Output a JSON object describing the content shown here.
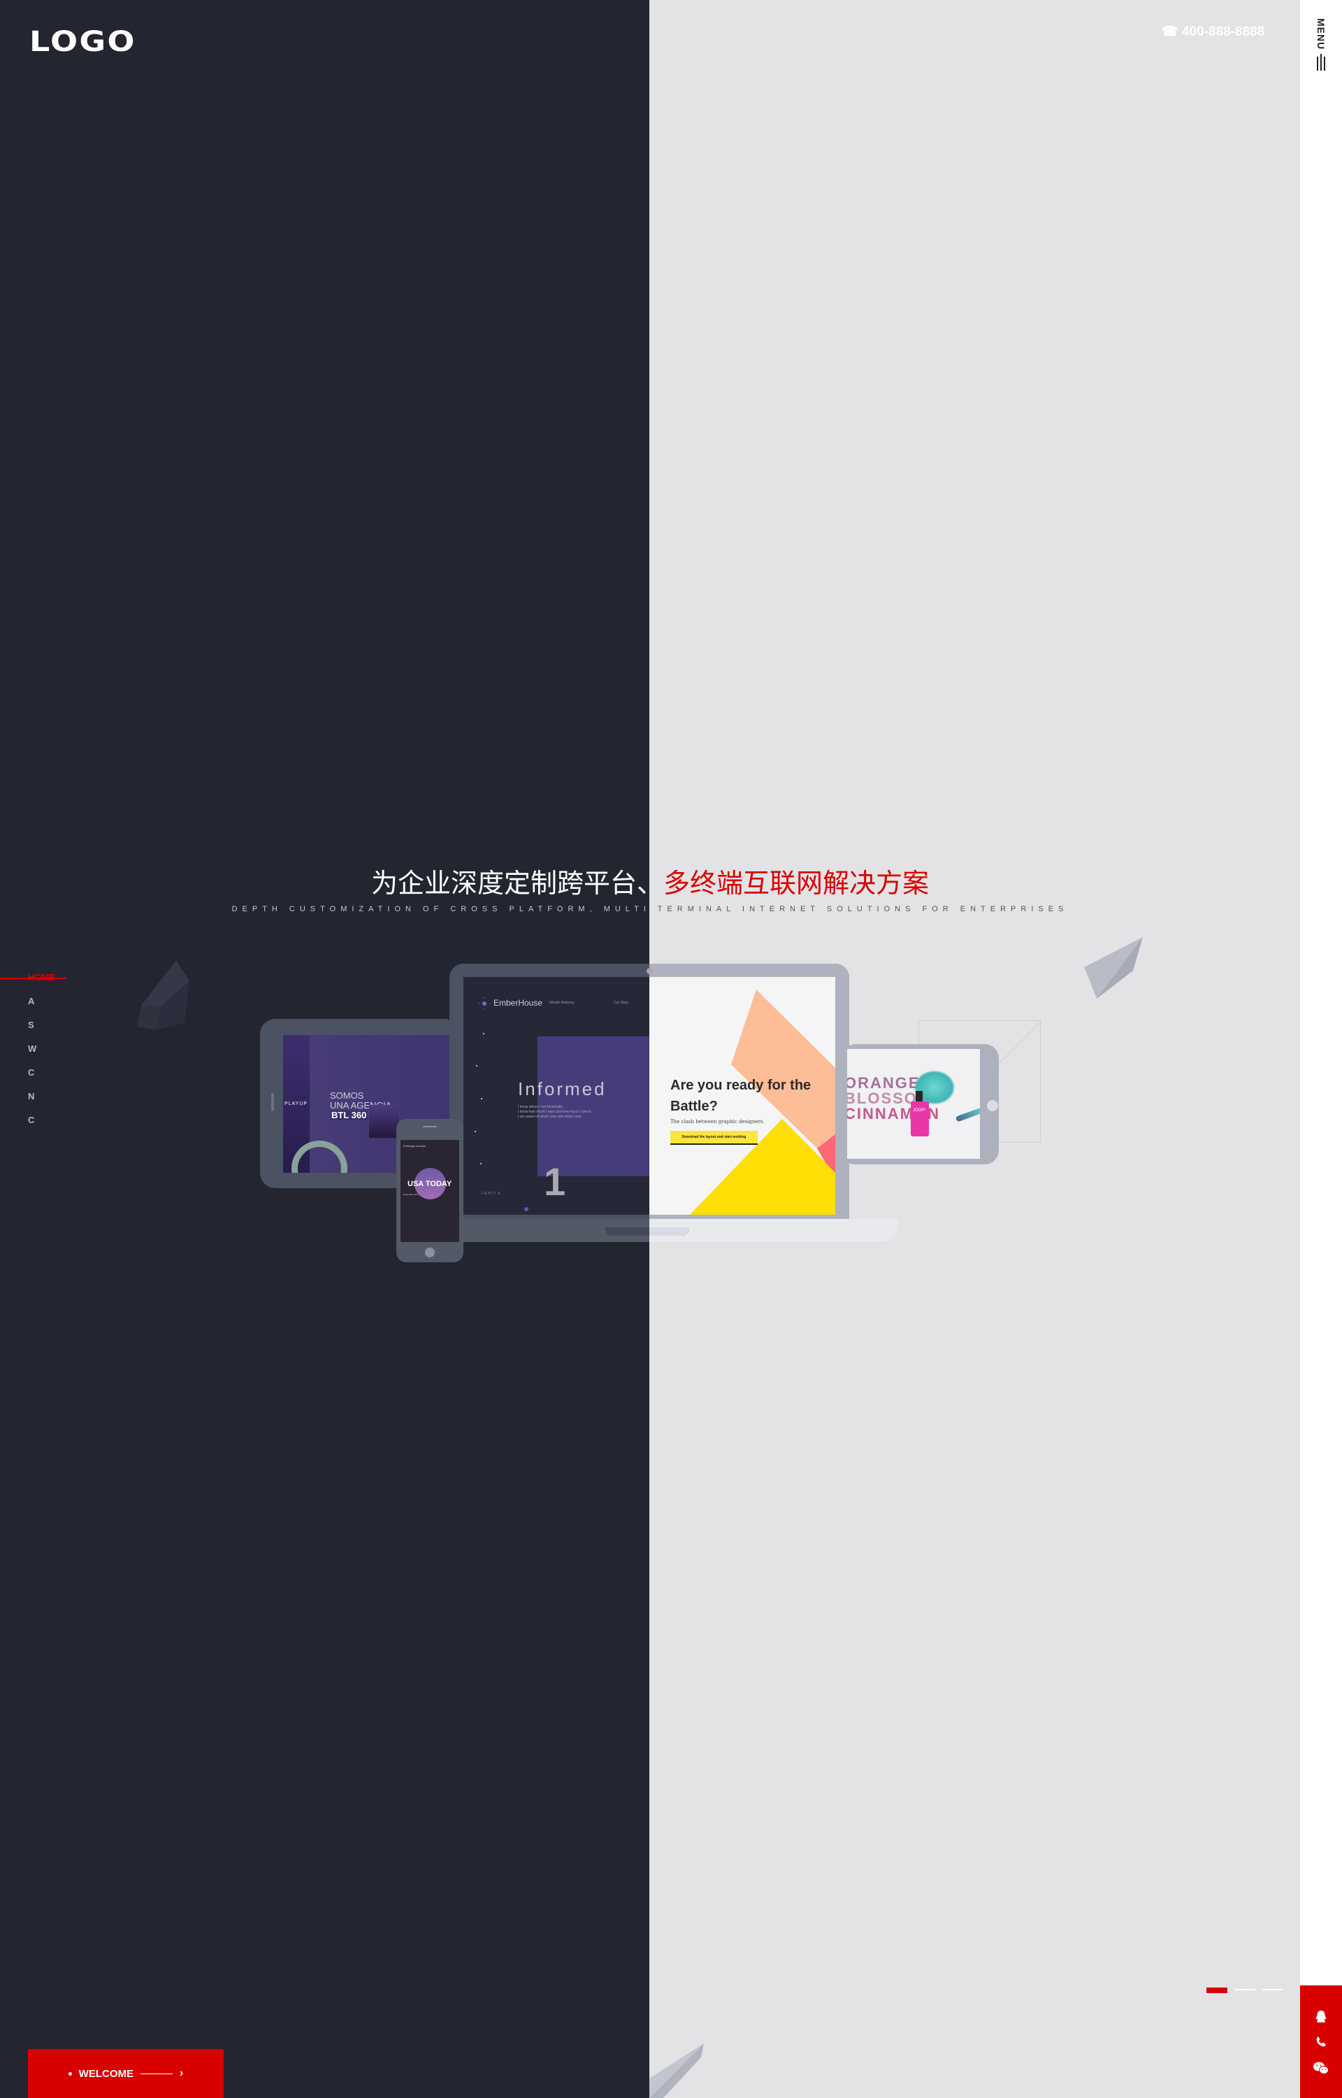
{
  "header": {
    "logo": "LOGO",
    "phone_icon": "☎",
    "phone": "400-888-8888",
    "menu_label": "MENU"
  },
  "hero": {
    "title_white": "为企业深度定制跨平台、",
    "title_red": "多终端互联网解决方案",
    "subtitle_left": "DEPTH CUSTOMIZATION OF CROSS PLATFORM, MULTI",
    "subtitle_right": " TERMINAL INTERNET SOLUTIONS FOR ENTERPRISES"
  },
  "sidenav": {
    "items": [
      {
        "label": "HOME",
        "active": true
      },
      {
        "label": "A"
      },
      {
        "label": "S"
      },
      {
        "label": "W"
      },
      {
        "label": "C"
      },
      {
        "label": "N"
      },
      {
        "label": "C"
      }
    ]
  },
  "devices": {
    "laptop_left": {
      "brand": "EmberHouse",
      "tagline": "Wealth Advisory",
      "nav": "Our Story",
      "heading": "Informed",
      "lines": [
        "I know where I am financially.",
        "I know how much I earn and how much I spend",
        "I am aware of what I own and what I owe"
      ],
      "number": "1",
      "footer": "IGNITE"
    },
    "laptop_right": {
      "heading": "Are you ready for the Battle?",
      "subheading": "The clash between graphic designers.",
      "button": "Download the layout and start working"
    },
    "tablet_left": {
      "brand": "PLAYUP",
      "line1": "SOMOS",
      "line2": "UNA AGENCIA",
      "line3": "BTL 360"
    },
    "phone": {
      "tag": "Redesign concept",
      "title": "USA TODAY",
      "date": "September 2017"
    },
    "tablet_right": {
      "line1": "ORANGE",
      "line2": "BLOSSOM",
      "line3": "CINNAMON",
      "product": "JOOP!"
    }
  },
  "welcome_button": {
    "label": "WELCOME",
    "arrow": "›"
  },
  "slider": {
    "count": 3,
    "active": 0
  },
  "social": [
    "qq-icon",
    "phone-icon",
    "wechat-icon"
  ],
  "colors": {
    "left_bg": "#232530",
    "right_bg": "#e3e3e5",
    "accent": "#d90000"
  }
}
